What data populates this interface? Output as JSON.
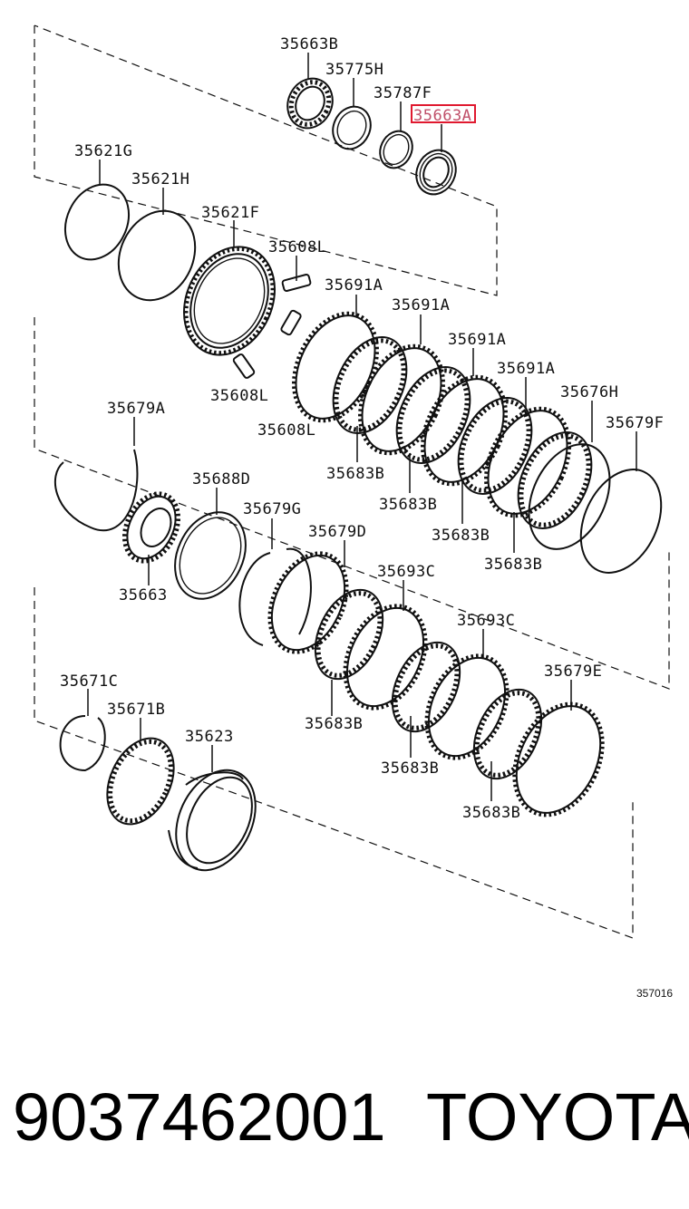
{
  "diagram": {
    "labels": {
      "l35663B": "35663B",
      "l35775H": "35775H",
      "l35787F": "35787F",
      "l35663A": "35663A",
      "l35621G": "35621G",
      "l35621H": "35621H",
      "l35621F": "35621F",
      "l35608L_a": "35608L",
      "l35608L_b": "35608L",
      "l35608L_c": "35608L",
      "l35691A_a": "35691A",
      "l35691A_b": "35691A",
      "l35691A_c": "35691A",
      "l35691A_d": "35691A",
      "l35676H": "35676H",
      "l35679F": "35679F",
      "l35679A": "35679A",
      "l35683B_a": "35683B",
      "l35683B_b": "35683B",
      "l35683B_c": "35683B",
      "l35683B_d": "35683B",
      "l35688D": "35688D",
      "l35679G": "35679G",
      "l35679D": "35679D",
      "l35663": "35663",
      "l35693C_a": "35693C",
      "l35693C_b": "35693C",
      "l35679E": "35679E",
      "l35671C": "35671C",
      "l35671B": "35671B",
      "l35623": "35623",
      "l35683B_e": "35683B",
      "l35683B_f": "35683B",
      "l35683B_g": "35683B"
    },
    "highlighted_part": "35663A",
    "highlight_color": "#e0192f",
    "figure_ref": "357016"
  },
  "footer": {
    "part_number": "9037462001",
    "brand": "TOYOTA"
  }
}
